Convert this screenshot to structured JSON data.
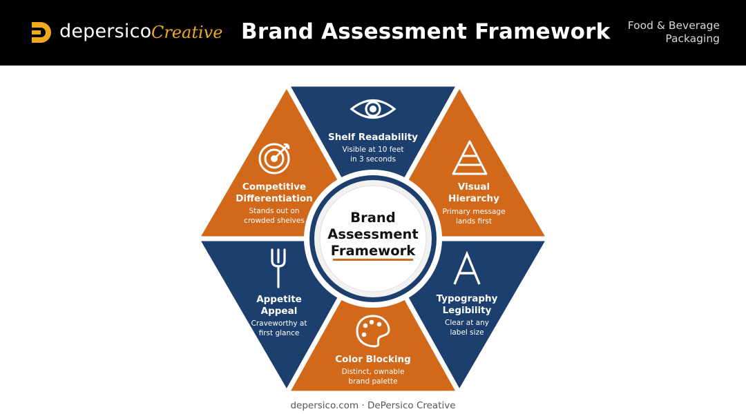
{
  "header": {
    "brand_name": "depersico",
    "brand_script": "Creative",
    "title": "Brand Assessment Framework",
    "subtitle_line1": "Food & Beverage",
    "subtitle_line2": "Packaging"
  },
  "colors": {
    "orange": "#d2691a",
    "navy": "#1c3f6e",
    "gold": "#f0a81e",
    "header_bg": "#000000"
  },
  "center": {
    "line1": "Brand",
    "line2": "Assessment",
    "line3": "Framework"
  },
  "segments": [
    {
      "id": "shelf-readability",
      "icon": "eye-icon",
      "color": "navy",
      "title_lines": [
        "Shelf Readability"
      ],
      "desc_lines": [
        "Visible at 10 feet",
        "in 3 seconds"
      ]
    },
    {
      "id": "visual-hierarchy",
      "icon": "pyramid-icon",
      "color": "orange",
      "title_lines": [
        "Visual",
        "Hierarchy"
      ],
      "desc_lines": [
        "Primary message",
        "lands first"
      ]
    },
    {
      "id": "typography-legibility",
      "icon": "letter-a-icon",
      "color": "navy",
      "title_lines": [
        "Typography",
        "Legibility"
      ],
      "desc_lines": [
        "Clear at any",
        "label size"
      ]
    },
    {
      "id": "color-blocking",
      "icon": "palette-icon",
      "color": "orange",
      "title_lines": [
        "Color Blocking"
      ],
      "desc_lines": [
        "Distinct, ownable",
        "brand palette"
      ]
    },
    {
      "id": "appetite-appeal",
      "icon": "fork-icon",
      "color": "navy",
      "title_lines": [
        "Appetite",
        "Appeal"
      ],
      "desc_lines": [
        "Craveworthy at",
        "first glance"
      ]
    },
    {
      "id": "competitive-differentiation",
      "icon": "target-icon",
      "color": "orange",
      "title_lines": [
        "Competitive",
        "Differentiation"
      ],
      "desc_lines": [
        "Stands out on",
        "crowded shelves"
      ]
    }
  ],
  "footer": "depersico.com · DePersico Creative"
}
